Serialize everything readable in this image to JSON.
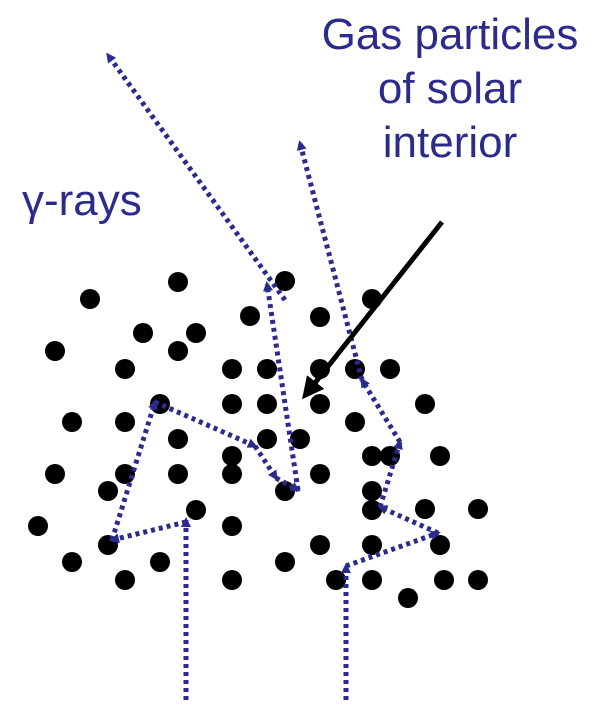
{
  "labels": {
    "particles_line1": "Gas particles",
    "particles_line2": "of solar",
    "particles_line3": "interior",
    "gamma": "γ-rays"
  },
  "colors": {
    "text": "#2b2b8c",
    "ray_path": "#2b2b8c",
    "particle": "#000000",
    "pointer_arrow": "#000000"
  }
}
